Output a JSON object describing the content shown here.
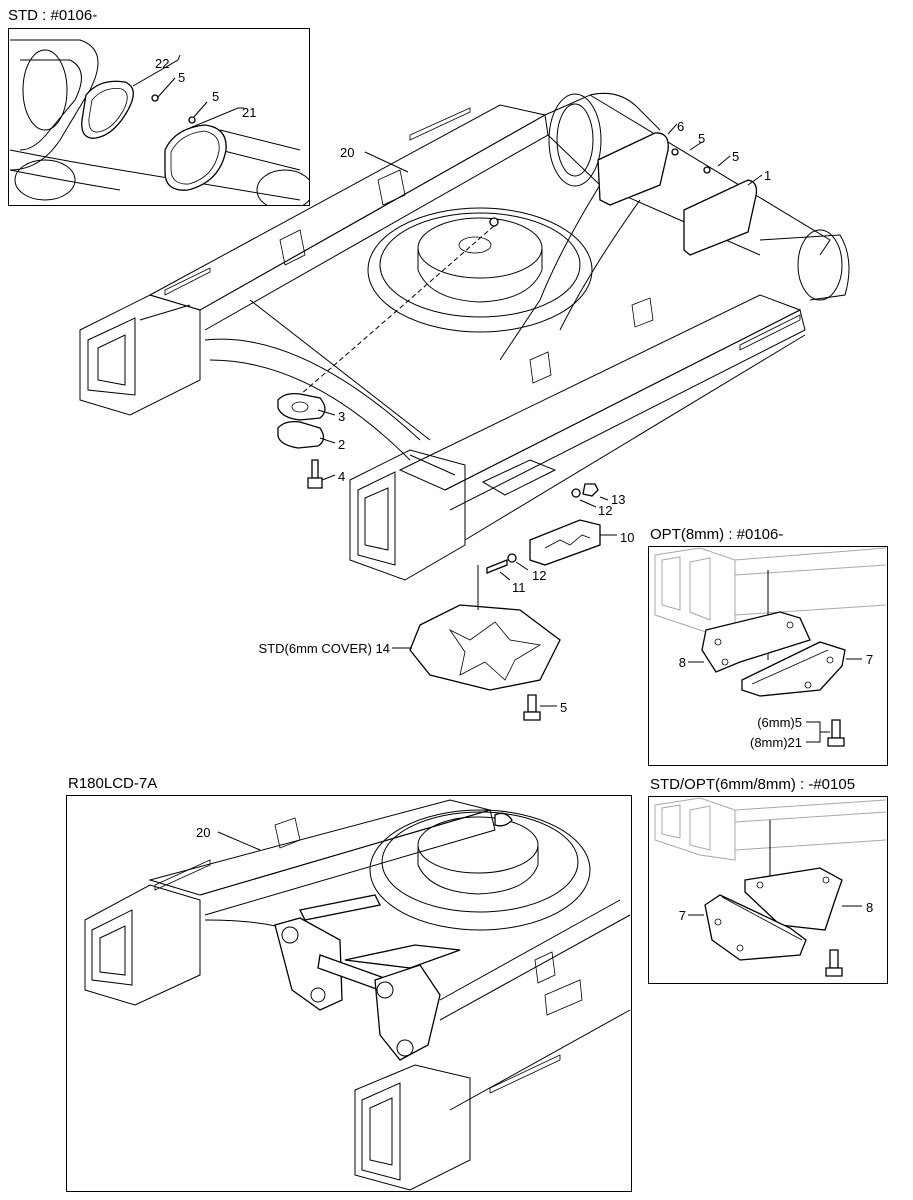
{
  "views": {
    "std_inset": {
      "heading": "STD : #0106-"
    },
    "opt_8mm_inset": {
      "heading": "OPT(8mm) : #0106-"
    },
    "std_opt_inset": {
      "heading": "STD/OPT(6mm/8mm) : -#0105"
    },
    "r180_view": {
      "heading": "R180LCD-7A"
    }
  },
  "callouts": {
    "main": [
      "20",
      "6",
      "5",
      "5",
      "1",
      "3",
      "2",
      "4",
      "13",
      "12",
      "10",
      "12",
      "11",
      "STD(6mm COVER) 14",
      "5"
    ],
    "std_inset": [
      "22",
      "5",
      "5",
      "21"
    ],
    "opt_8mm_inset": [
      "8",
      "7",
      "(6mm)5",
      "(8mm)21"
    ],
    "std_opt_inset": [
      "7",
      "8"
    ],
    "r180_view": [
      "20"
    ]
  }
}
